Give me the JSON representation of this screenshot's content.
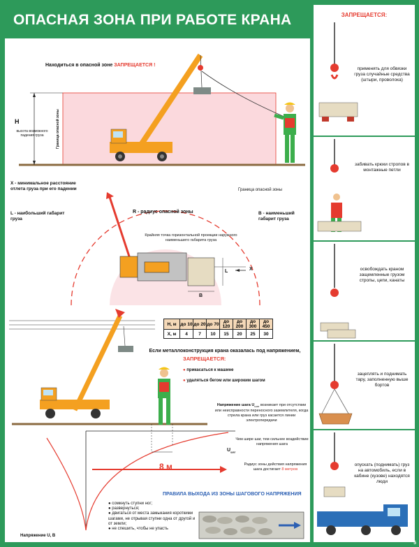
{
  "title": "ОПАСНАЯ ЗОНА ПРИ РАБОТЕ КРАНА",
  "zone_text_prefix": "Находиться в опасной зоне",
  "zone_text_forbidden": "ЗАПРЕЩАЕТСЯ !",
  "h_label": "H",
  "h_caption": "высота возможного падения груза",
  "boundary_vertical": "Граница опасной зоны",
  "x_caption": "X - минимальное расстояние отлета груза при его падении",
  "l_caption": "L - наибольший габарит груза",
  "r_caption": "R - радиус опасной зоны",
  "b_caption": "B - наименьший габарит груза",
  "boundary_label": "Граница опасной зоны",
  "proj_caption": "Крайняя точка горизонтальной проекции наружного наименьшего габарита груза",
  "dim_L": "L",
  "dim_X": "X",
  "dim_B": "B",
  "table": {
    "row_h": [
      "Н, м",
      "до 10",
      "до 20",
      "до 70",
      "до 120",
      "до 200",
      "до 300",
      "до 450"
    ],
    "row_x": [
      "X, м",
      "4",
      "7",
      "10",
      "15",
      "20",
      "25",
      "30"
    ]
  },
  "voltage_title": "Если металлоконструкция крана оказалась под напряжением,",
  "voltage_forbidden": "ЗАПРЕЩАЕТСЯ:",
  "voltage_items": [
    "прикасаться к машине",
    "удаляться бегом или широким шагом"
  ],
  "step_voltage_text_a": "Напряжение шага U",
  "step_voltage_sub": "шаг",
  "step_voltage_text_b": "возникает при отсутствии или неисправности переносного заземлителя, когда стрела крана или груз касается линии электропередачи",
  "step_wider": "Чем шире шаг, тем сильнее воздействие напряжения шага",
  "u_label": "U",
  "u_sub": "шаг",
  "radius_text": "Радиус зоны действия напряжения шага достигает",
  "radius_value": "8 метров",
  "eight_m": "8 м",
  "exit_rules_title": "ПРАВИЛА ВЫХОДА ИЗ ЗОНЫ ШАГОВОГО НАПРЯЖЕНИЯ",
  "exit_rules": [
    "сомкнуть ступни ног;",
    "развернуться;",
    "двигаться от места замыкания короткими шагами, не отрывая ступни одна от другой и от земли;",
    "не спешить, чтобы не упасть"
  ],
  "voltage_axis": "Напряжение U, B",
  "side_header": "ЗАПРЕЩАЕТСЯ:",
  "side_items": [
    "применять для обвязки груза случайные средства (штыри, проволока)",
    "забивать крюки стропов в монтажные петли",
    "освобождать краном защемленные грузом стропы, цепи, канаты",
    "зацеплять и поднимать тару, заполненную выше бортов",
    "опускать (поднимать) груз на автомобиль, если в кабине (кузове) находятся люди"
  ],
  "page_number": "5",
  "colors": {
    "green": "#2d9a5a",
    "red": "#e53b2f",
    "pink": "#f7c9cf",
    "crane": "#f4a020"
  }
}
